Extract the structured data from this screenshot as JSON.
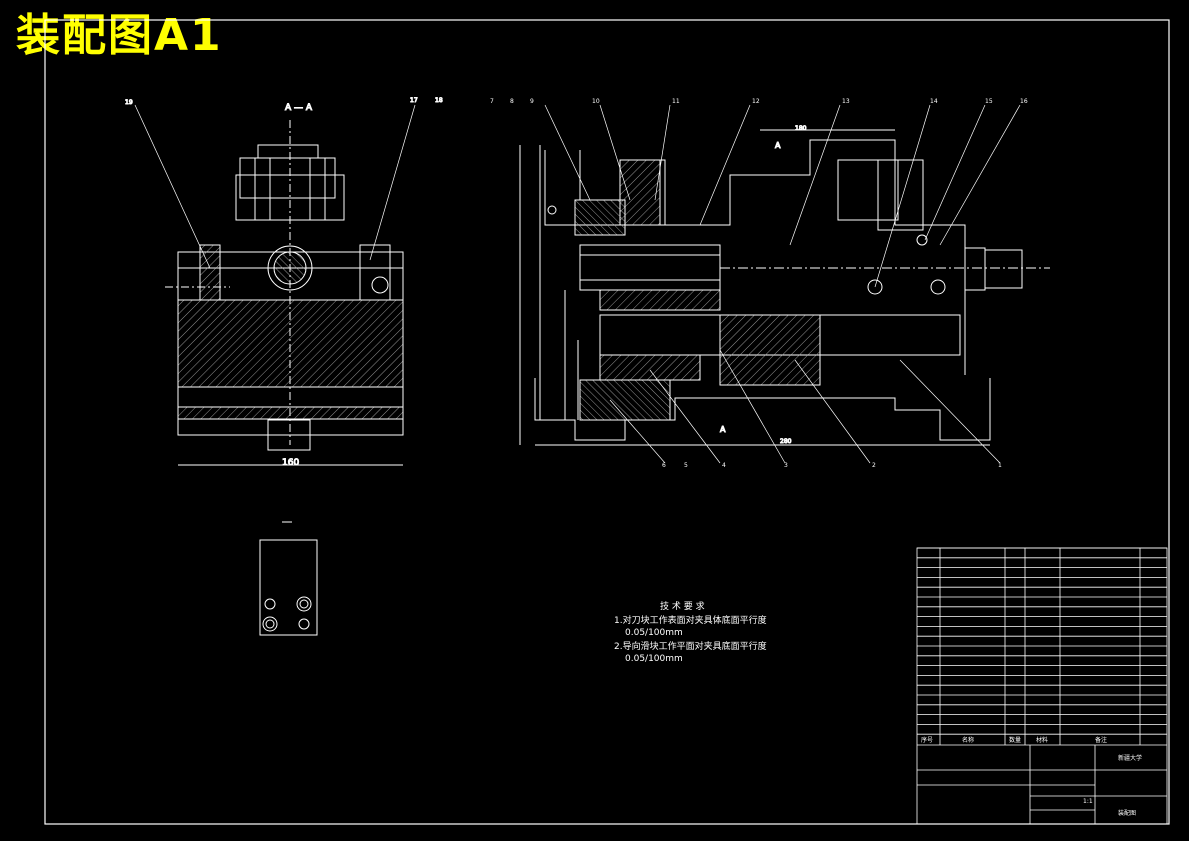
{
  "title": "装配图A1",
  "view_label": "A — A",
  "section_label_a": "A",
  "width_dim": "160",
  "top_dim": "180",
  "bottom_dim": "280",
  "callouts_left": [
    "19",
    "17",
    "18"
  ],
  "callouts_right": [
    "7",
    "8",
    "9",
    "10",
    "11",
    "12",
    "13",
    "14",
    "15",
    "16"
  ],
  "callouts_bottom": [
    "6",
    "5",
    "4",
    "3",
    "2",
    "1"
  ],
  "tech_req": {
    "heading": "技 术 要 求",
    "line1": "1.对刀块工作表面对夹具体底面平行度",
    "line1b": "0.05/100mm",
    "line2": "2.导向滑块工作平面对夹具底面平行度",
    "line2b": "0.05/100mm"
  },
  "parts_header": {
    "no": "序号",
    "name": "名称",
    "qty": "数量",
    "mat": "材料",
    "remark": "备注"
  },
  "title_block": {
    "school": "新疆大学",
    "drawing": "装配图",
    "scale": "1:1"
  }
}
